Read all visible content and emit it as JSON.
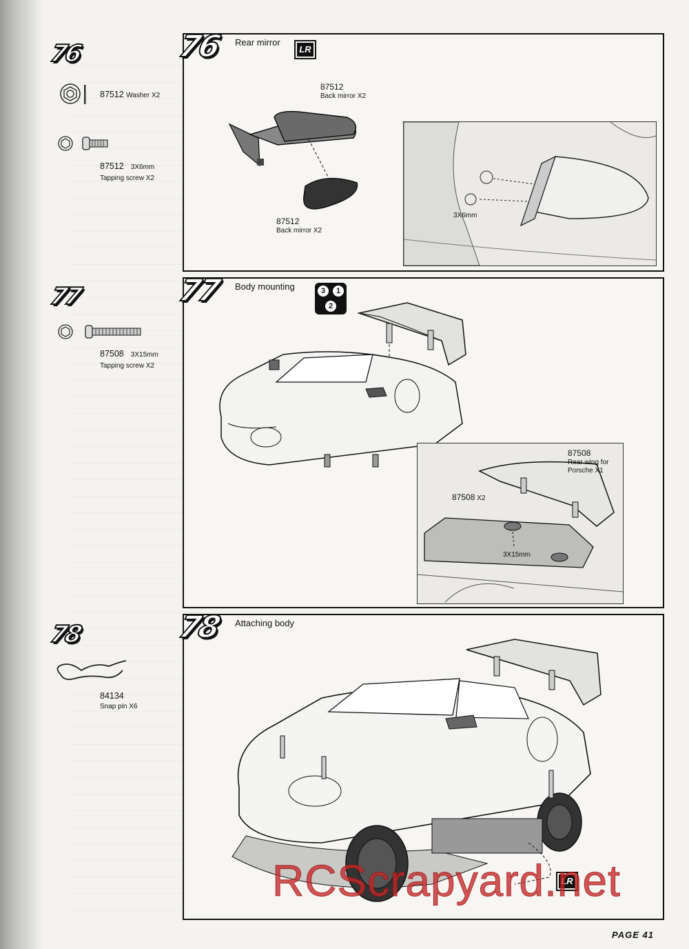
{
  "footer": {
    "page": "PAGE 41"
  },
  "watermark": "RCScrapyard.net",
  "lr_badge": "LR",
  "steps": [
    {
      "number": "76",
      "title": "Rear mirror",
      "parts": [
        {
          "code": "87512",
          "desc": "Washer X2"
        },
        {
          "code": "87512",
          "size": "3X6mm",
          "desc": "Tapping  screw  X2"
        }
      ],
      "labels": [
        {
          "code": "87512",
          "text": "Back mirror X2"
        },
        {
          "code": "87512",
          "text": "Back mirror X2"
        },
        {
          "text": "3X6mm"
        }
      ]
    },
    {
      "number": "77",
      "title": "Body mounting",
      "order": [
        "3",
        "1",
        "2"
      ],
      "parts": [
        {
          "code": "87508",
          "size": "3X15mm",
          "desc": "Tapping screw      X2"
        }
      ],
      "labels": [
        {
          "code": "87508",
          "text": "Rear wing for Porsche  X1"
        },
        {
          "code": "87508",
          "text": "X2"
        },
        {
          "text": "3X15mm"
        }
      ]
    },
    {
      "number": "78",
      "title": "Attaching body",
      "parts": [
        {
          "code": "84134",
          "desc": "Snap pin   X6"
        }
      ]
    }
  ]
}
